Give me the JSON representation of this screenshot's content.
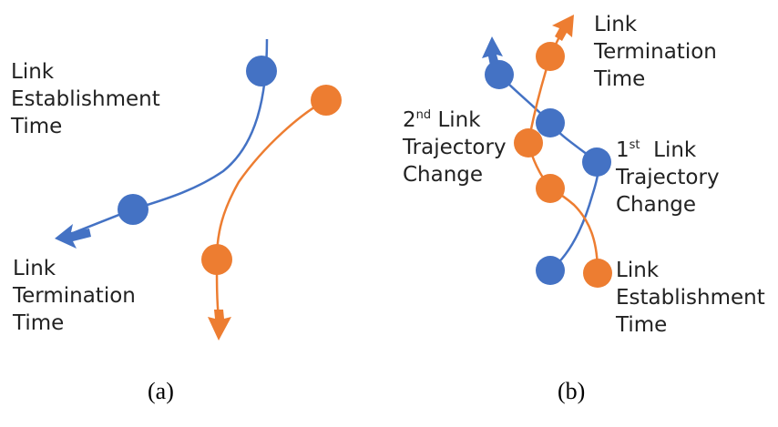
{
  "colors": {
    "blue": "#4472C4",
    "orange": "#ED7D31",
    "text": "#222222"
  },
  "panel_a": {
    "caption": "(a)",
    "establishment_label": [
      "Link",
      "Establishment",
      "Time"
    ],
    "termination_label": [
      "Link",
      "Termination",
      "Time"
    ]
  },
  "panel_b": {
    "caption": "(b)",
    "termination_label": [
      "Link",
      "Termination",
      "Time"
    ],
    "second_change_label": {
      "ordinal": "2",
      "suffix": "nd",
      "rest": " Link",
      "line2": "Trajectory",
      "line3": "Change"
    },
    "first_change_label": {
      "ordinal": "1",
      "suffix": "st",
      "rest": "  Link",
      "line2": "Trajectory",
      "line3": "Change"
    },
    "establishment_label": [
      "Link",
      "Establishment",
      "Time"
    ]
  }
}
